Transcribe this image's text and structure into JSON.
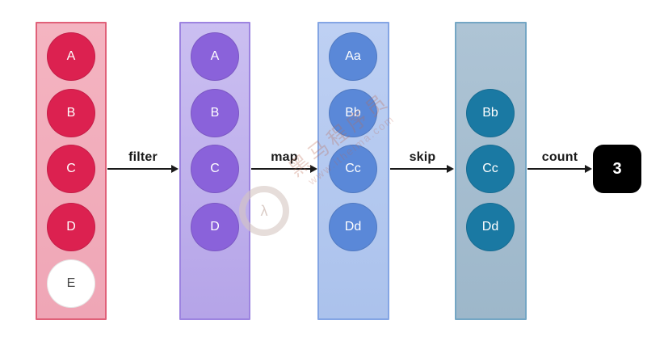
{
  "pipeline": {
    "stages": [
      {
        "name": "source-list",
        "items": [
          {
            "label": "A"
          },
          {
            "label": "B"
          },
          {
            "label": "C"
          },
          {
            "label": "D"
          },
          {
            "label": "E",
            "excluded": true
          }
        ]
      },
      {
        "name": "after-filter",
        "items": [
          {
            "label": "A"
          },
          {
            "label": "B"
          },
          {
            "label": "C"
          },
          {
            "label": "D"
          }
        ]
      },
      {
        "name": "after-map",
        "items": [
          {
            "label": "Aa"
          },
          {
            "label": "Bb"
          },
          {
            "label": "Cc"
          },
          {
            "label": "Dd"
          }
        ]
      },
      {
        "name": "after-skip",
        "items": [
          {
            "label": "Bb"
          },
          {
            "label": "Cc"
          },
          {
            "label": "Dd"
          }
        ]
      }
    ],
    "operations": [
      {
        "label": "filter"
      },
      {
        "label": "map"
      },
      {
        "label": "skip"
      },
      {
        "label": "count"
      }
    ],
    "result": {
      "value": "3"
    }
  },
  "watermark": {
    "brand": "黑马程序员",
    "url": "www.itheima.com",
    "logo_glyph": "λ"
  },
  "colors": {
    "stage1_bg": "#f3afbd",
    "stage1_border": "#e06179",
    "stage1_circle": "#dc2150",
    "stage2_bg": "#c3b4ec",
    "stage2_border": "#9d84e0",
    "stage2_circle": "#8a62da",
    "stage3_bg": "#b7cbf0",
    "stage3_border": "#84a5e4",
    "stage3_circle": "#5a88d8",
    "stage4_bg": "#a8bfd1",
    "stage4_border": "#74a6c4",
    "stage4_circle": "#1a79a3",
    "excluded_circle_bg": "#ffffff",
    "excluded_circle_text": "#4a4a4a",
    "result_bg": "#000000",
    "result_text": "#ffffff",
    "arrow": "#1a1a1a"
  }
}
